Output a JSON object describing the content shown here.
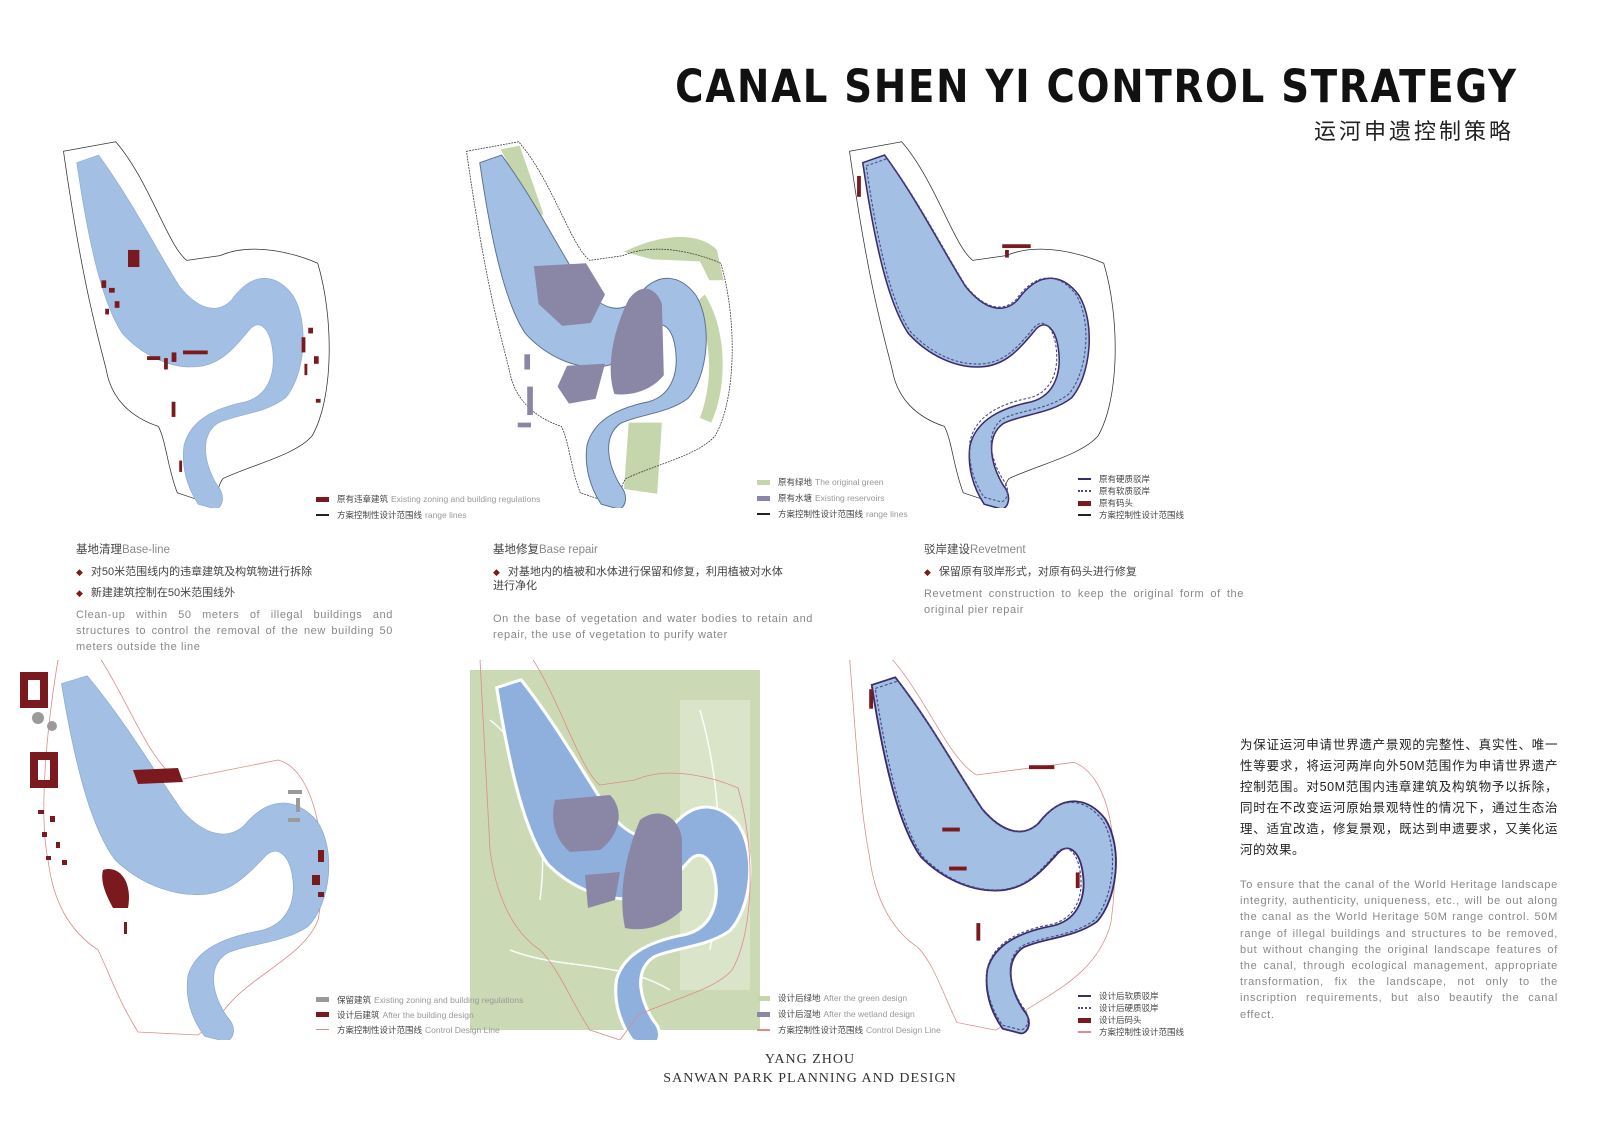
{
  "header": {
    "title_en": "CANAL SHEN YI CONTROL STRATEGY",
    "title_cn": "运河申遗控制策略"
  },
  "colors": {
    "water": "#a3bfe3",
    "water_dark": "#8fb0dc",
    "illegal_building": "#7a1a1f",
    "green": "#c5d6ac",
    "reservoir": "#8a87a6",
    "range_line": "#e08a8a",
    "revetment_hard": "#3b2b6b",
    "kept_building": "#9a9a9a"
  },
  "panels": [
    {
      "id": "base-line",
      "legend": [
        {
          "swatch": "block",
          "color": "#7a1a1f",
          "cn": "原有违章建筑",
          "en": "Existing zoning and building regulations"
        },
        {
          "swatch": "line",
          "color": "#222222",
          "cn": "方案控制性设计范围线",
          "en": "range lines"
        }
      ],
      "caption": {
        "head_cn": "基地清理",
        "head_en": "Base-line",
        "bullets": [
          "对50米范围线内的违章建筑及构筑物进行拆除",
          "新建建筑控制在50米范围线外"
        ],
        "en_text": "Clean-up within 50 meters of illegal buildings and structures to control the removal of the new building 50 meters outside the line"
      }
    },
    {
      "id": "base-repair",
      "legend": [
        {
          "swatch": "block",
          "color": "#c5d6ac",
          "cn": "原有绿地",
          "en": "The original green"
        },
        {
          "swatch": "block",
          "color": "#8a87a6",
          "cn": "原有水塘",
          "en": "Existing reservoirs"
        },
        {
          "swatch": "line",
          "color": "#222222",
          "cn": "方案控制性设计范围线",
          "en": "range lines"
        }
      ],
      "caption": {
        "head_cn": "基地修复",
        "head_en": "Base repair",
        "bullets": [
          "对基地内的植被和水体进行保留和修复，利用植被对水体进行净化"
        ],
        "en_text": "On the base of vegetation and water bodies to retain and repair, the use of vegetation to purify water"
      }
    },
    {
      "id": "revetment",
      "legend": [
        {
          "swatch": "line",
          "color": "#3b2b6b",
          "cn": "原有硬质驳岸",
          "en": ""
        },
        {
          "swatch": "dash",
          "color": "#4a4a88",
          "cn": "原有软质驳岸",
          "en": ""
        },
        {
          "swatch": "block",
          "color": "#7a1a1f",
          "cn": "原有码头",
          "en": ""
        },
        {
          "swatch": "line",
          "color": "#222222",
          "cn": "方案控制性设计范围线",
          "en": ""
        }
      ],
      "caption": {
        "head_cn": "驳岸建设",
        "head_en": "Revetment",
        "bullets": [
          "保留原有驳岸形式，对原有码头进行修复"
        ],
        "en_text": "Revetment construction to keep the original form of the original pier repair"
      }
    },
    {
      "id": "building-design",
      "legend": [
        {
          "swatch": "block",
          "color": "#9a9a9a",
          "cn": "保留建筑",
          "en": "Existing zoning and building regulations"
        },
        {
          "swatch": "block",
          "color": "#7a1a1f",
          "cn": "设计后建筑",
          "en": "After the building design"
        },
        {
          "swatch": "line",
          "color": "#e08a8a",
          "cn": "方案控制性设计范围线",
          "en": "Control Design Line"
        }
      ]
    },
    {
      "id": "wetland-design",
      "legend": [
        {
          "swatch": "block",
          "color": "#c5d6ac",
          "cn": "设计后绿地",
          "en": "After the green design"
        },
        {
          "swatch": "block",
          "color": "#8a87a6",
          "cn": "设计后湿地",
          "en": "After the wetland design"
        },
        {
          "swatch": "line",
          "color": "#e08a8a",
          "cn": "方案控制性设计范围线",
          "en": "Control Design Line"
        }
      ]
    },
    {
      "id": "revetment-design",
      "legend": [
        {
          "swatch": "line",
          "color": "#3b2b6b",
          "cn": "设计后软质驳岸",
          "en": ""
        },
        {
          "swatch": "dash",
          "color": "#4a4a88",
          "cn": "设计后硬质驳岸",
          "en": ""
        },
        {
          "swatch": "block",
          "color": "#7a1a1f",
          "cn": "设计后码头",
          "en": ""
        },
        {
          "swatch": "line",
          "color": "#e08a8a",
          "cn": "方案控制性设计范围线",
          "en": ""
        }
      ]
    }
  ],
  "side_text": {
    "cn": "为保证运河申请世界遗产景观的完整性、真实性、唯一性等要求，将运河两岸向外50M范围作为申请世界遗产控制范围。对50M范围内违章建筑及构筑物予以拆除，同时在不改变运河原始景观特性的情况下，通过生态治理、适宜改造，修复景观，既达到申遗要求，又美化运河的效果。",
    "en": "To ensure that the canal of the World Heritage landscape integrity, authenticity, uniqueness, etc., will be out along the canal as the World Heritage 50M range control. 50M range of illegal buildings and structures to be removed, but without changing the original landscape features of the canal, through ecological management, appropriate transformation, fix the landscape, not only to the inscription requirements, but also beautify the canal effect."
  },
  "footer": {
    "line1": "YANG ZHOU",
    "line2": "SANWAN PARK PLANNING AND DESIGN"
  }
}
